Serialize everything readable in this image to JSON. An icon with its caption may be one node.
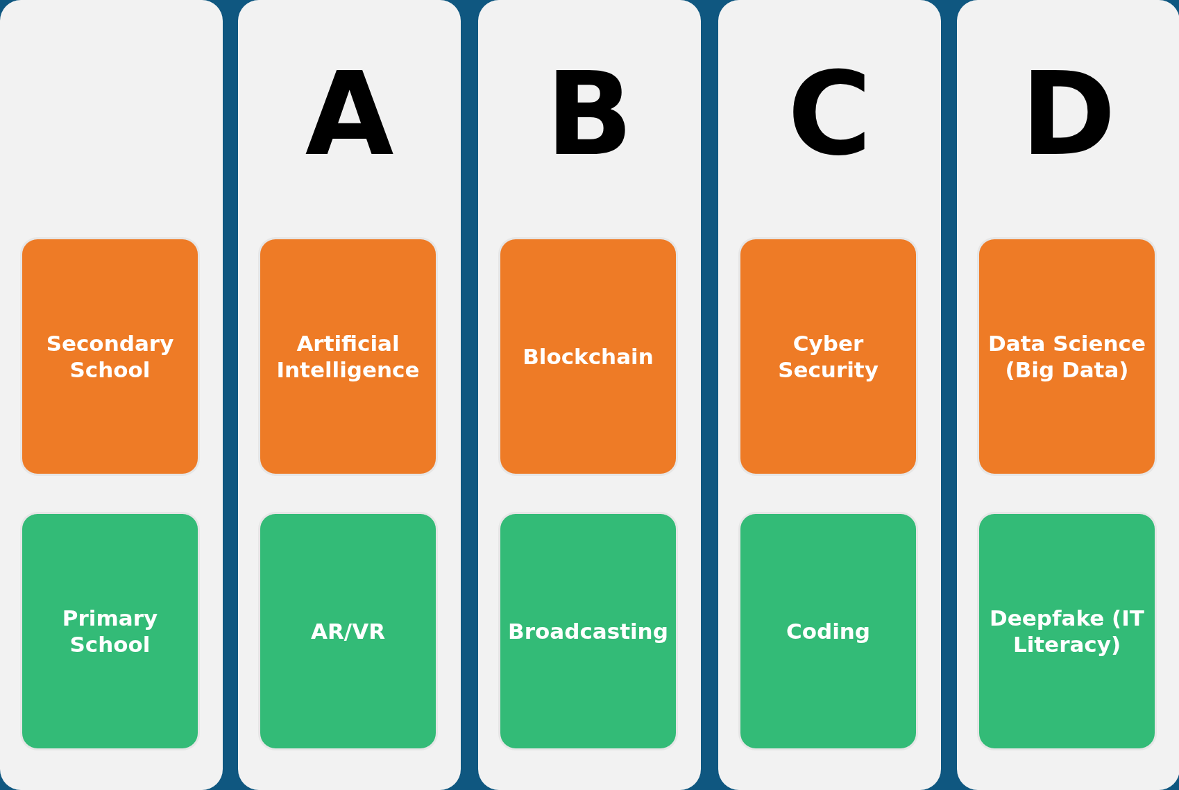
{
  "diagram": {
    "nodes": [
      {
        "text": [],
        "shape": "box"
      },
      {
        "text": [
          "Secondary School"
        ],
        "in": 0
      },
      {
        "text": [
          "Primary School"
        ],
        "in": 0
      },
      {
        "text": [
          "A"
        ]
      },
      {
        "text": [
          "Artificial Intelligence"
        ],
        "in": 3
      },
      {
        "text": [
          "AR/VR"
        ],
        "in": 3
      },
      {
        "text": [
          "B"
        ]
      },
      {
        "text": [
          "Blockchain"
        ],
        "in": 6
      },
      {
        "text": [
          "Broadcasting"
        ],
        "in": 6
      },
      {
        "text": [
          "C"
        ]
      },
      {
        "text": [
          "Cyber Security"
        ],
        "in": 9
      },
      {
        "text": [
          "Coding"
        ],
        "in": 9
      },
      {
        "text": [
          "D"
        ]
      },
      {
        "text": [
          "Data Science (Big Data)"
        ],
        "in": 12
      },
      {
        "text": [
          "Deepfake (IT Literacy)"
        ],
        "in": 12
      }
    ]
  }
}
